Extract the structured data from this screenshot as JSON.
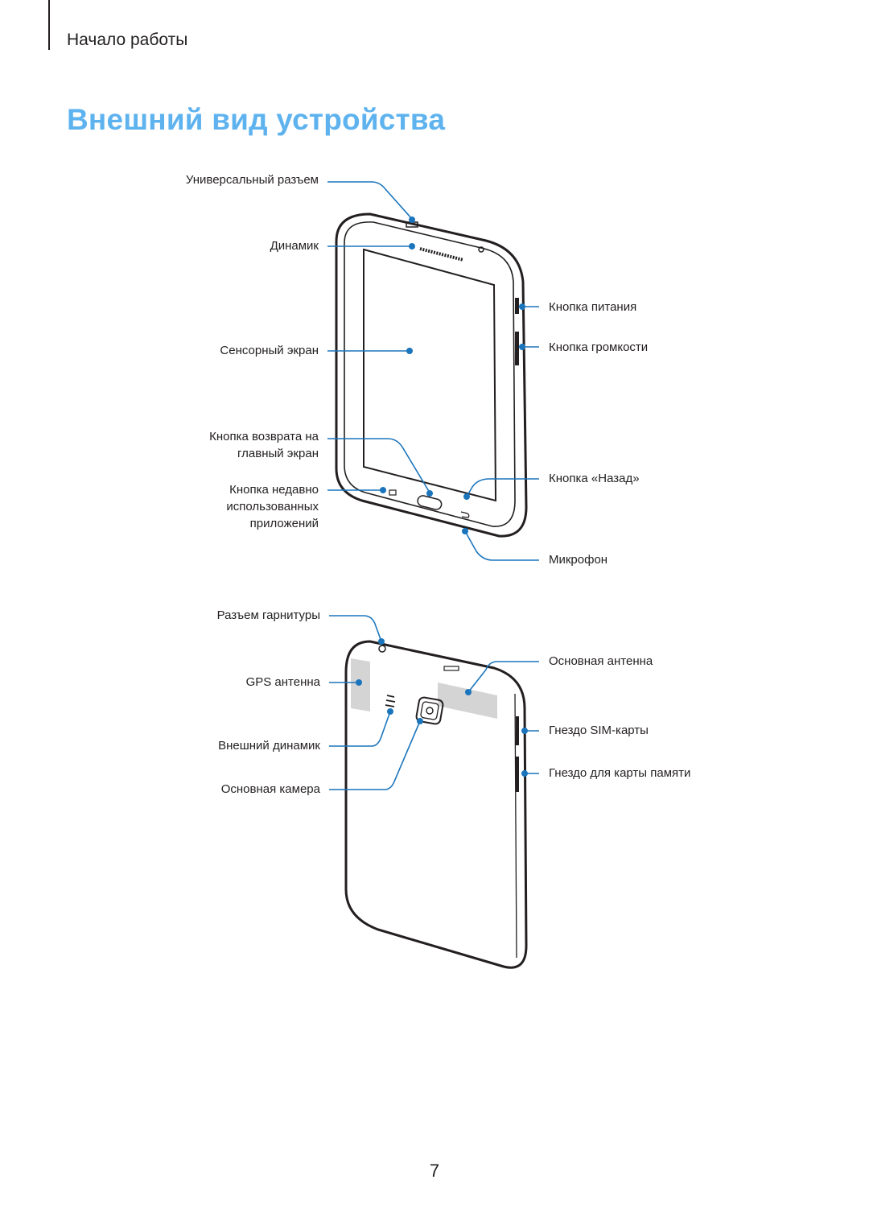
{
  "header": {
    "section": "Начало работы"
  },
  "title": "Внешний вид устройства",
  "front_labels": {
    "universal_port": "Универсальный разъем",
    "speaker": "Динамик",
    "touchscreen": "Сенсорный экран",
    "home_line1": "Кнопка возврата на",
    "home_line2": "главный экран",
    "recent_line1": "Кнопка недавно",
    "recent_line2": "использованных",
    "recent_line3": "приложений",
    "power": "Кнопка питания",
    "volume": "Кнопка громкости",
    "back": "Кнопка «Назад»",
    "mic": "Микрофон"
  },
  "back_labels": {
    "headset": "Разъем гарнитуры",
    "gps": "GPS антенна",
    "ext_speaker": "Внешний динамик",
    "camera": "Основная камера",
    "main_antenna": "Основная антенна",
    "sim": "Гнездо SIM-карты",
    "memcard": "Гнездо для карты памяти"
  },
  "colors": {
    "accent": "#5eb3ef",
    "callout": "#1b75bc",
    "text": "#231f20",
    "antenna": "#d4d4d4"
  },
  "page_number": "7"
}
